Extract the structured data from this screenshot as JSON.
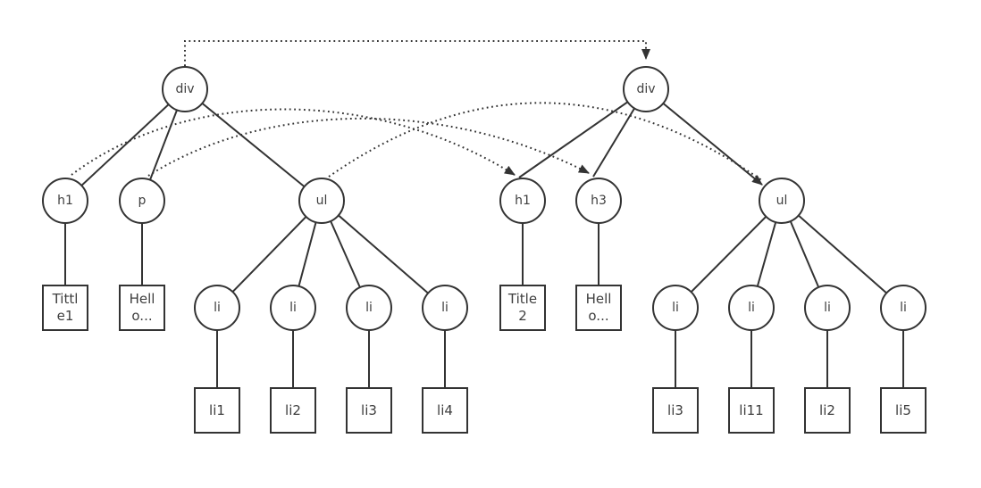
{
  "colors": {
    "line": "#333333",
    "text": "#3e3e3e",
    "background": "#ffffff"
  },
  "left_tree": {
    "root": {
      "label": "div"
    },
    "children": [
      {
        "label": "h1"
      },
      {
        "label": "p"
      },
      {
        "label": "ul"
      }
    ],
    "text_boxes": [
      {
        "label": "Tittle1"
      },
      {
        "label": "Hello..."
      }
    ],
    "li_nodes": [
      {
        "label": "li"
      },
      {
        "label": "li"
      },
      {
        "label": "li"
      },
      {
        "label": "li"
      }
    ],
    "li_boxes": [
      {
        "label": "li1"
      },
      {
        "label": "li2"
      },
      {
        "label": "li3"
      },
      {
        "label": "li4"
      }
    ]
  },
  "right_tree": {
    "root": {
      "label": "div"
    },
    "children": [
      {
        "label": "h1"
      },
      {
        "label": "h3"
      },
      {
        "label": "ul"
      }
    ],
    "text_boxes": [
      {
        "label": "Title 2"
      },
      {
        "label": "Hello..."
      }
    ],
    "li_nodes": [
      {
        "label": "li"
      },
      {
        "label": "li"
      },
      {
        "label": "li"
      },
      {
        "label": "li"
      }
    ],
    "li_boxes": [
      {
        "label": "li3"
      },
      {
        "label": "li11"
      },
      {
        "label": "li2"
      },
      {
        "label": "li5"
      }
    ]
  }
}
